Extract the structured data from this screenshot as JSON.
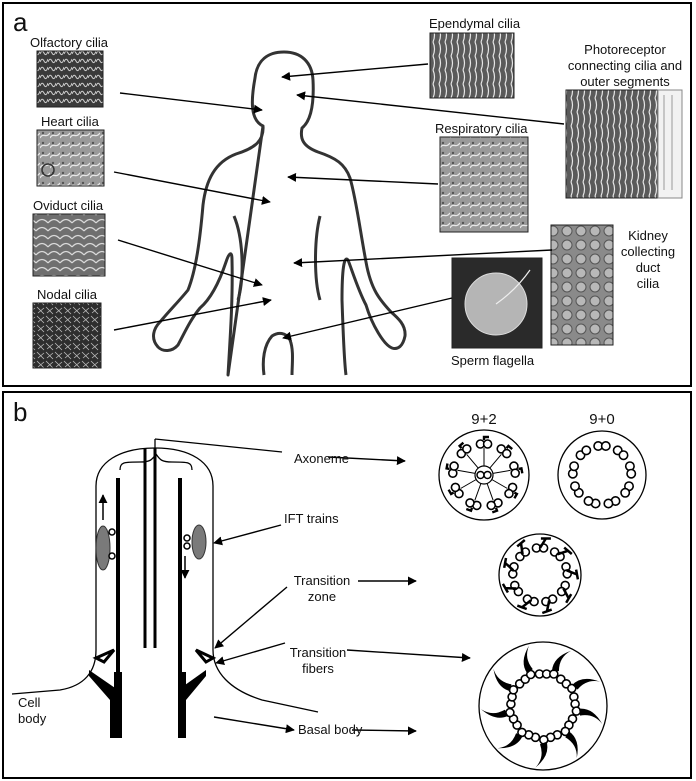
{
  "panel_a": {
    "label": "a",
    "labels": {
      "olfactory": "Olfactory cilia",
      "heart": "Heart cilia",
      "oviduct": "Oviduct cilia",
      "nodal": "Nodal cilia",
      "ependymal": "Ependymal cilia",
      "photoreceptor": [
        "Photoreceptor",
        "connecting cilia and",
        "outer segments"
      ],
      "respiratory": "Respiratory cilia",
      "kidney": [
        "Kidney",
        "collecting",
        "duct",
        "cilia"
      ],
      "sperm": "Sperm flagella"
    }
  },
  "panel_b": {
    "label": "b",
    "labels": {
      "axoneme": "Axoneme",
      "ift": "IFT trains",
      "transition_zone": [
        "Transition",
        "zone"
      ],
      "transition_fibers": [
        "Transition",
        "fibers"
      ],
      "basal_body": "Basal body",
      "cell_body": [
        "Cell",
        "body"
      ],
      "nine_two": "9+2",
      "nine_zero": "9+0"
    }
  }
}
